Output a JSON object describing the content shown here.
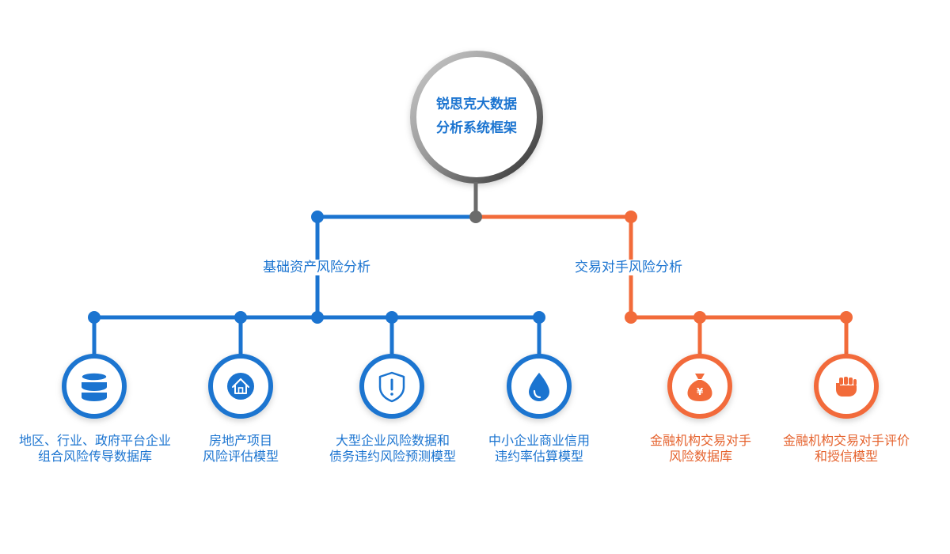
{
  "root": {
    "line1": "锐思克大数据",
    "line2": "分析系统框架"
  },
  "branches": {
    "left": {
      "label": "基础资产风险分析"
    },
    "right": {
      "label": "交易对手风险分析"
    }
  },
  "leaves": [
    {
      "line1": "地区、行业、政府平台企业",
      "line2": "组合风险传导数据库",
      "icon": "database-icon"
    },
    {
      "line1": "房地产项目",
      "line2": "风险评估模型",
      "icon": "house-icon"
    },
    {
      "line1": "大型企业风险数据和",
      "line2": "债务违约风险预测模型",
      "icon": "shield-alert-icon"
    },
    {
      "line1": "中小企业商业信用",
      "line2": "违约率估算模型",
      "icon": "water-drop-icon"
    },
    {
      "line1": "金融机构交易对手",
      "line2": "风险数据库",
      "icon": "money-bag-icon"
    },
    {
      "line1": "金融机构交易对手评价",
      "line2": "和授信模型",
      "icon": "fist-icon"
    }
  ],
  "colors": {
    "blue": "#1b74d0",
    "orange": "#f26b3a",
    "hub_gray": "#6b6b6b"
  }
}
